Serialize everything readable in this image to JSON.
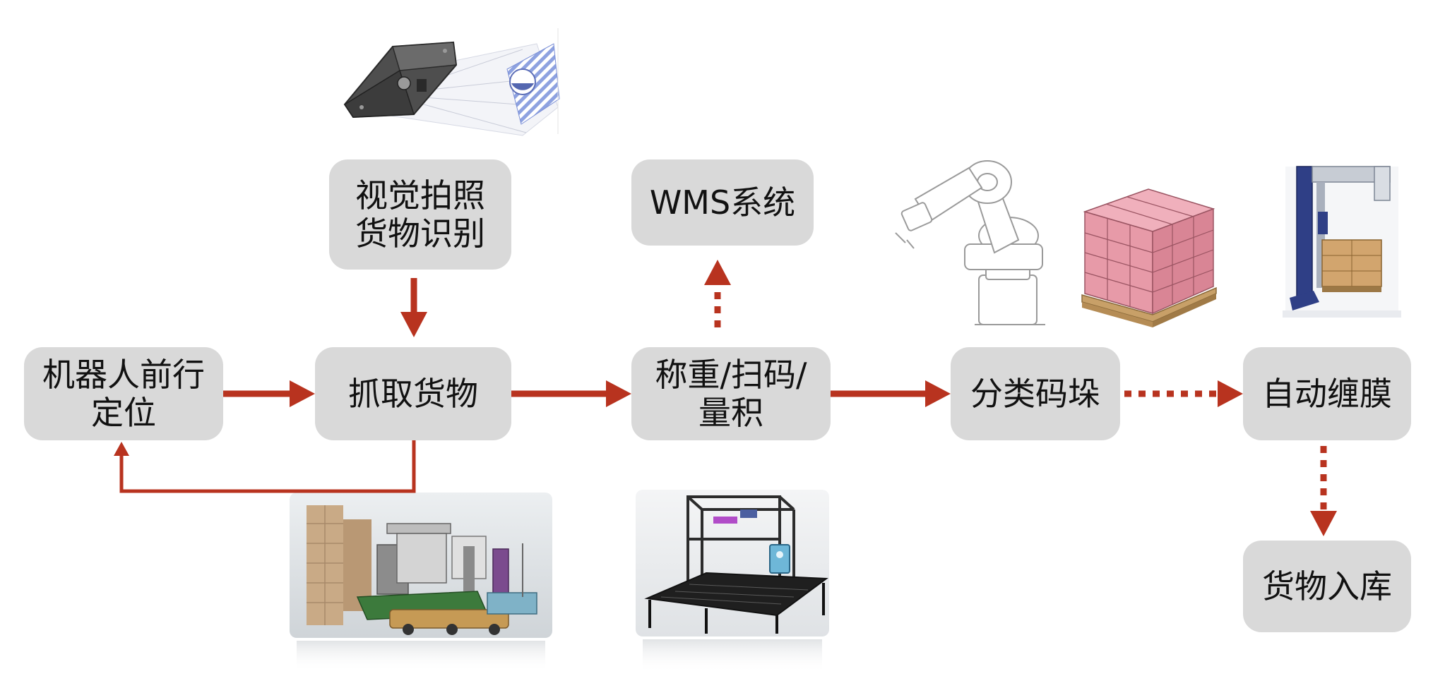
{
  "colors": {
    "arrow": "#b8331f",
    "node_fill": "#d9d9d9",
    "node_text": "#111111",
    "background": "#ffffff"
  },
  "nodes": {
    "robot_positioning": {
      "lines": [
        "机器人前行",
        "定位"
      ]
    },
    "vision": {
      "lines": [
        "视觉拍照",
        "货物识别"
      ]
    },
    "grab": {
      "lines": [
        "抓取货物"
      ]
    },
    "wms": {
      "lines": [
        "WMS系统"
      ]
    },
    "weigh_scan": {
      "lines": [
        "称重/扫码/",
        "量积"
      ]
    },
    "sort_stack": {
      "lines": [
        "分类码垛"
      ]
    },
    "auto_wrap": {
      "lines": [
        "自动缠膜"
      ]
    },
    "warehousing": {
      "lines": [
        "货物入库"
      ]
    }
  },
  "edges": [
    {
      "from": "robot_positioning",
      "to": "grab",
      "style": "solid"
    },
    {
      "from": "vision",
      "to": "grab",
      "style": "solid"
    },
    {
      "from": "grab",
      "to": "robot_positioning",
      "style": "solid"
    },
    {
      "from": "grab",
      "to": "weigh_scan",
      "style": "solid"
    },
    {
      "from": "weigh_scan",
      "to": "wms",
      "style": "dotted"
    },
    {
      "from": "weigh_scan",
      "to": "sort_stack",
      "style": "solid"
    },
    {
      "from": "sort_stack",
      "to": "auto_wrap",
      "style": "dotted"
    },
    {
      "from": "auto_wrap",
      "to": "warehousing",
      "style": "dotted"
    }
  ],
  "illustrations": [
    {
      "name": "3d-camera-illustration",
      "depicts": "3D vision camera projecting structured light"
    },
    {
      "name": "robot-truck-unloading-illustration",
      "depicts": "mobile robot unloading cargo from a truck"
    },
    {
      "name": "weighing-conveyor-illustration",
      "depicts": "conveyor frame with weighing and scanning station"
    },
    {
      "name": "robot-arm-illustration",
      "depicts": "industrial robot arm line drawing"
    },
    {
      "name": "pallet-boxes-illustration",
      "depicts": "stacked boxes on a wooden pallet"
    },
    {
      "name": "stretch-wrapper-illustration",
      "depicts": "pallet stretch wrapping machine"
    }
  ]
}
